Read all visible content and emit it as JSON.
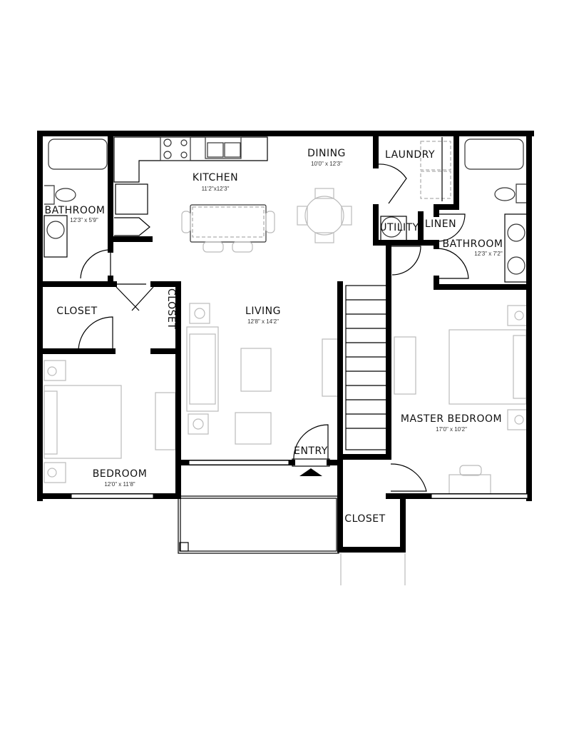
{
  "rooms": {
    "kitchen": {
      "name": "KITCHEN",
      "size": "11'2\"x12'3\""
    },
    "dining": {
      "name": "DINING",
      "size": "10'0\" x 12'3\""
    },
    "laundry": {
      "name": "LAUNDRY"
    },
    "utility": {
      "name": "UTILITY"
    },
    "linen": {
      "name": "LINEN"
    },
    "bathroom_left": {
      "name": "BATHROOM",
      "size": "12'3\" x 5'9\""
    },
    "bathroom_right": {
      "name": "BATHROOM",
      "size": "12'3\" x 7'2\""
    },
    "closet_left": {
      "name": "CLOSET"
    },
    "closet_hall": {
      "name": "CLOSET"
    },
    "living": {
      "name": "LIVING",
      "size": "12'8\" x 14'2\""
    },
    "bedroom": {
      "name": "BEDROOM",
      "size": "12'0\" x 11'8\""
    },
    "master_bedroom": {
      "name": "MASTER BEDROOM",
      "size": "17'0\" x 10'2\""
    },
    "entry": {
      "name": "ENTRY"
    },
    "closet_bottom": {
      "name": "CLOSET"
    }
  }
}
